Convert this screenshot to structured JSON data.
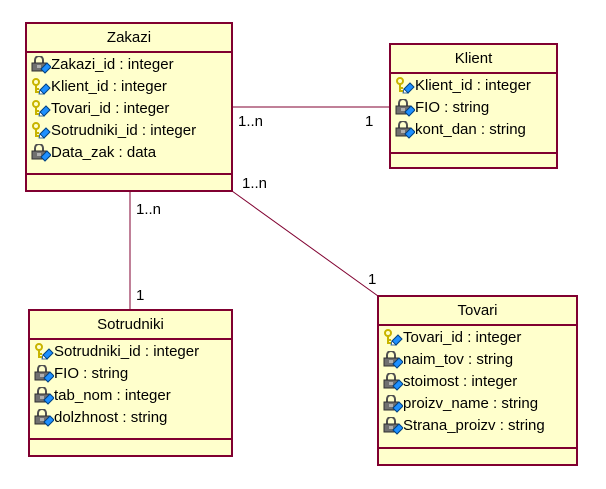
{
  "classes": {
    "zakazi": {
      "name": "Zakazi",
      "attributes": [
        {
          "icon": "lock-icon",
          "text": "Zakazi_id : integer"
        },
        {
          "icon": "key-icon",
          "text": "Klient_id : integer"
        },
        {
          "icon": "key-icon",
          "text": "Tovari_id : integer"
        },
        {
          "icon": "key-icon",
          "text": "Sotrudniki_id : integer"
        },
        {
          "icon": "lock-icon",
          "text": "Data_zak : data"
        }
      ]
    },
    "klient": {
      "name": "Klient",
      "attributes": [
        {
          "icon": "key-icon",
          "text": "Klient_id : integer"
        },
        {
          "icon": "lock-icon",
          "text": "FIO : string"
        },
        {
          "icon": "lock-icon",
          "text": "kont_dan : string"
        }
      ]
    },
    "sotrudniki": {
      "name": "Sotrudniki",
      "attributes": [
        {
          "icon": "key-icon",
          "text": "Sotrudniki_id : integer"
        },
        {
          "icon": "lock-icon",
          "text": "FIO : string"
        },
        {
          "icon": "lock-icon",
          "text": "tab_nom : integer"
        },
        {
          "icon": "lock-icon",
          "text": "dolzhnost : string"
        }
      ]
    },
    "tovari": {
      "name": "Tovari",
      "attributes": [
        {
          "icon": "key-icon",
          "text": "Tovari_id : integer"
        },
        {
          "icon": "lock-icon",
          "text": "naim_tov : string"
        },
        {
          "icon": "lock-icon",
          "text": "stoimost : integer"
        },
        {
          "icon": "lock-icon",
          "text": "proizv_name : string"
        },
        {
          "icon": "lock-icon",
          "text": "Strana_proizv : string"
        }
      ]
    }
  },
  "associations": [
    {
      "from": "Zakazi",
      "to": "Klient",
      "from_mult": "1..n",
      "to_mult": "1"
    },
    {
      "from": "Zakazi",
      "to": "Sotrudniki",
      "from_mult": "1..n",
      "to_mult": "1"
    },
    {
      "from": "Zakazi",
      "to": "Tovari",
      "from_mult": "1..n",
      "to_mult": "1"
    }
  ],
  "colors": {
    "border": "#800030",
    "fill": "#ffffcc",
    "key": "#c8b400",
    "lock": "#606060",
    "pen": "#1e90ff"
  }
}
